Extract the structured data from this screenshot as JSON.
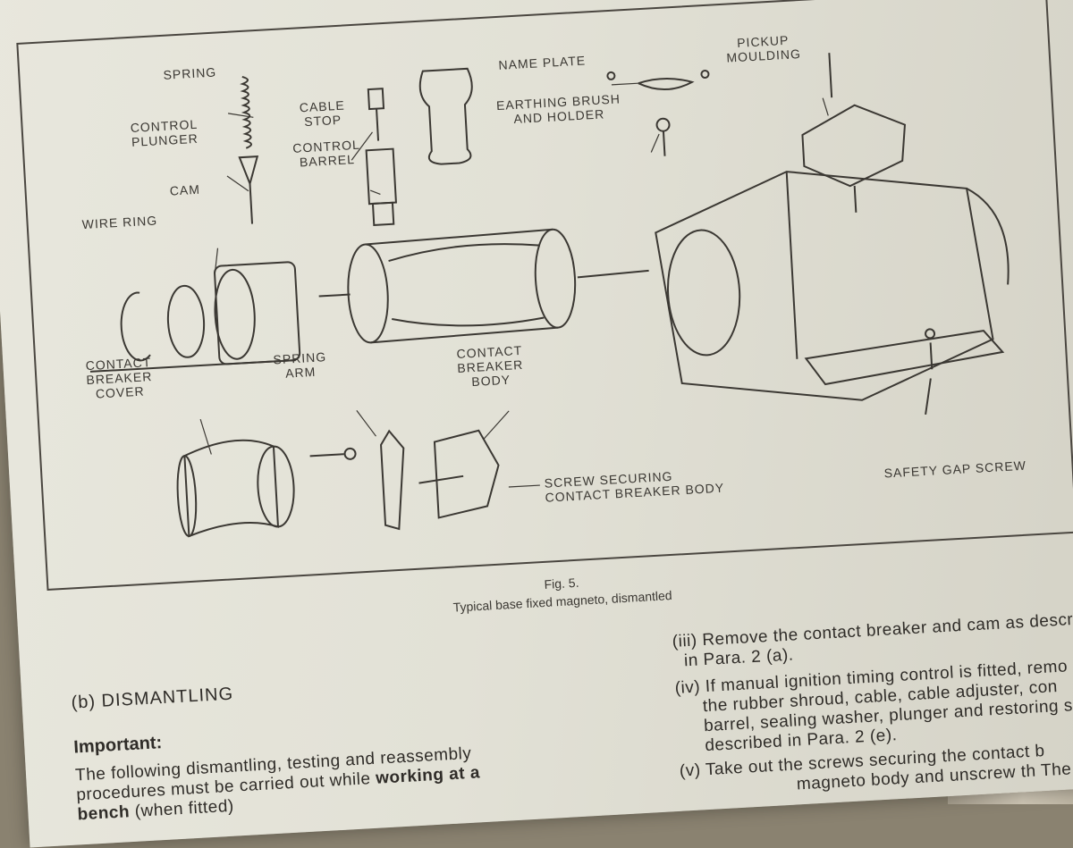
{
  "figure": {
    "labels": {
      "spring": "SPRING",
      "control_plunger": [
        "CONTROL",
        "PLUNGER"
      ],
      "cable_stop": [
        "CABLE",
        "STOP"
      ],
      "control_barrel": [
        "CONTROL",
        "BARREL"
      ],
      "cam": "CAM",
      "wire_ring": "WIRE RING",
      "name_plate": "NAME PLATE",
      "earthing_brush": [
        "EARTHING BRUSH",
        "AND HOLDER"
      ],
      "pickup_moulding": [
        "PICKUP",
        "MOULDING"
      ],
      "cb_cover": [
        "CONTACT",
        "BREAKER",
        "COVER"
      ],
      "spring_arm": [
        "SPRING",
        "ARM"
      ],
      "cb_body": [
        "CONTACT",
        "BREAKER",
        "BODY"
      ],
      "screw_securing": [
        "SCREW SECURING",
        "CONTACT BREAKER BODY"
      ],
      "safety_gap_screw": "SAFETY GAP SCREW"
    },
    "caption_number": "Fig. 5.",
    "caption_title": "Typical base fixed magneto, dismantled"
  },
  "left_column": {
    "section_heading": "(b) DISMANTLING",
    "important_label": "Important:",
    "line1": "The following dismantling, testing and reassembly",
    "line2_a": "procedures must be carried out while",
    "line2_b": "working at a",
    "line3_a": "bench",
    "line3_b": "(when fitted)"
  },
  "right_column": {
    "iii_line1": "(iii) Remove the contact breaker and cam as describe",
    "iii_line2": "in Para. 2 (a).",
    "iv_line1": "(iv) If manual ignition timing control is fitted, remo",
    "iv_line2": "the rubber shroud, cable, cable adjuster, con",
    "iv_line3": "barrel, sealing washer, plunger and restoring sprin",
    "iv_line4": "described in Para. 2 (e).",
    "v_line1": "(v) Take out the screws securing the contact b",
    "v_line2": "magneto body and unscrew th",
    "v_line3": "The"
  }
}
